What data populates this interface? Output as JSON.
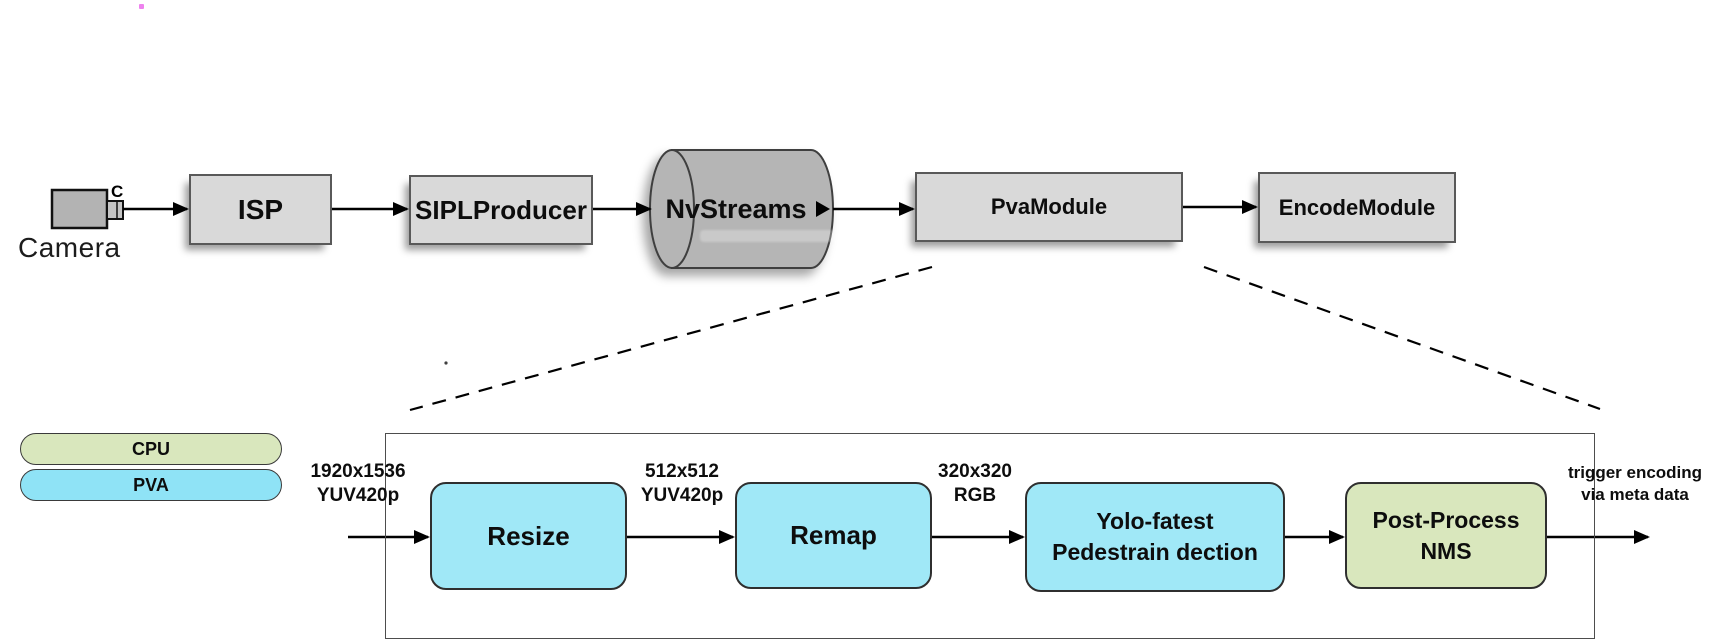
{
  "diagram": {
    "camera": {
      "label": "Camera",
      "port": "C"
    },
    "pipeline": {
      "isp": "ISP",
      "sipl_producer": "SIPLProducer",
      "nvstreams": "NvStreams",
      "pva_module": "PvaModule",
      "encode_module": "EncodeModule"
    },
    "legend": {
      "cpu": "CPU",
      "pva": "PVA"
    },
    "detail": {
      "stages": {
        "resize": "Resize",
        "remap": "Remap",
        "yolo_line1": "Yolo-fatest",
        "yolo_line2": "Pedestrain dection",
        "post_line1": "Post-Process",
        "post_line2": "NMS"
      },
      "io": {
        "input_res": "1920x1536",
        "input_fmt": "YUV420p",
        "resize_out_res": "512x512",
        "resize_out_fmt": "YUV420p",
        "remap_out_res": "320x320",
        "remap_out_fmt": "RGB",
        "note_line1": "trigger encoding",
        "note_line2": "via meta data"
      }
    },
    "colors": {
      "module_gray": "#d9d9d9",
      "cylinder_gray": "#b5b5b5",
      "pva_cyan": "#a0e8f7",
      "cpu_green": "#d9e7bd",
      "artifact_pink": "#ee82ee"
    }
  }
}
